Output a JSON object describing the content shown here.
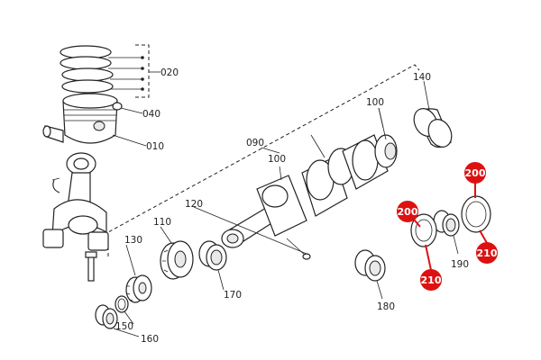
{
  "labels": {
    "l020": "020",
    "l040": "040",
    "l010": "010",
    "l090": "090",
    "l100a": "100",
    "l100b": "100",
    "l140": "140",
    "l120": "120",
    "l110": "110",
    "l130": "130",
    "l170": "170",
    "l150": "150",
    "l160": "160",
    "l180": "180",
    "l190": "190"
  },
  "callouts": {
    "c200a": "200",
    "c200b": "200",
    "c210a": "210",
    "c210b": "210"
  },
  "colors": {
    "highlight": "#dd1111",
    "ink": "#222222"
  }
}
